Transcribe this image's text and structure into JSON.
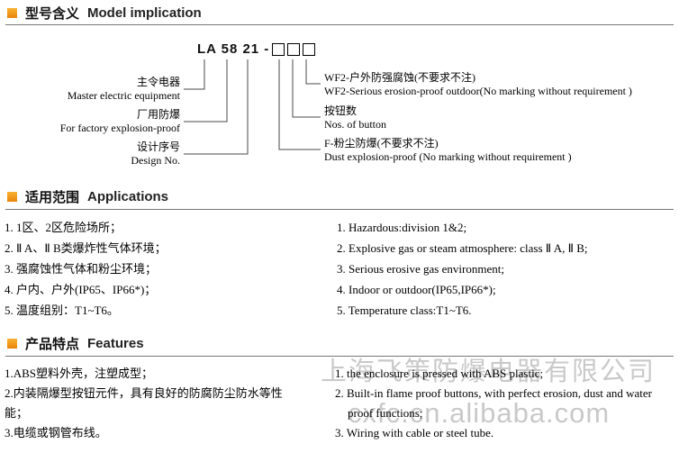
{
  "model": {
    "title_zh": "型号含义",
    "title_en": "Model implication",
    "code": "LA 58 21 -",
    "left_labels": [
      {
        "zh": "主令电器",
        "en": "Master electric equipment"
      },
      {
        "zh": "厂用防爆",
        "en": "For factory explosion-proof"
      },
      {
        "zh": "设计序号",
        "en": "Design No."
      }
    ],
    "right_labels": [
      {
        "zh": "WF2-户外防强腐蚀(不要求不注)",
        "en": "WF2-Serious erosion-proof outdoor(No marking without requirement )"
      },
      {
        "zh": "按钮数",
        "en": "Nos. of button"
      },
      {
        "zh": "F-粉尘防爆(不要求不注)",
        "en": "Dust explosion-proof (No marking without requirement )"
      }
    ]
  },
  "applications": {
    "title_zh": "适用范围",
    "title_en": "Applications",
    "items_zh": [
      "1. 1区、2区危险场所；",
      "2. Ⅱ A、Ⅱ B类爆炸性气体环境；",
      "3. 强腐蚀性气体和粉尘环境；",
      "4. 户内、户外(IP65、IP66*)；",
      "5. 温度组别：T1~T6。"
    ],
    "items_en": [
      "1. Hazardous:division 1&2;",
      "2. Explosive gas or steam atmosphere: class Ⅱ A, Ⅱ B;",
      "3. Serious erosive gas environment;",
      "4. Indoor or outdoor(IP65,IP66*);",
      "5. Temperature class:T1~T6."
    ]
  },
  "features": {
    "title_zh": "产品特点",
    "title_en": "Features",
    "items_zh": [
      "1.ABS塑料外壳，注塑成型；",
      "2.内装隔爆型按钮元件，具有良好的防腐防尘防水等性能；",
      "3.电缆或钢管布线。"
    ],
    "items_en": [
      "1. the enclosure is pressed with ABS plastic;",
      "2. Built-in flame proof buttons, with perfect erosion, dust and water proof functions;",
      "3. Wiring with cable or steel tube."
    ]
  },
  "watermark": {
    "company": "上海飞策防爆电器有限公司",
    "url": "cxfc.cn.alibaba.com"
  }
}
